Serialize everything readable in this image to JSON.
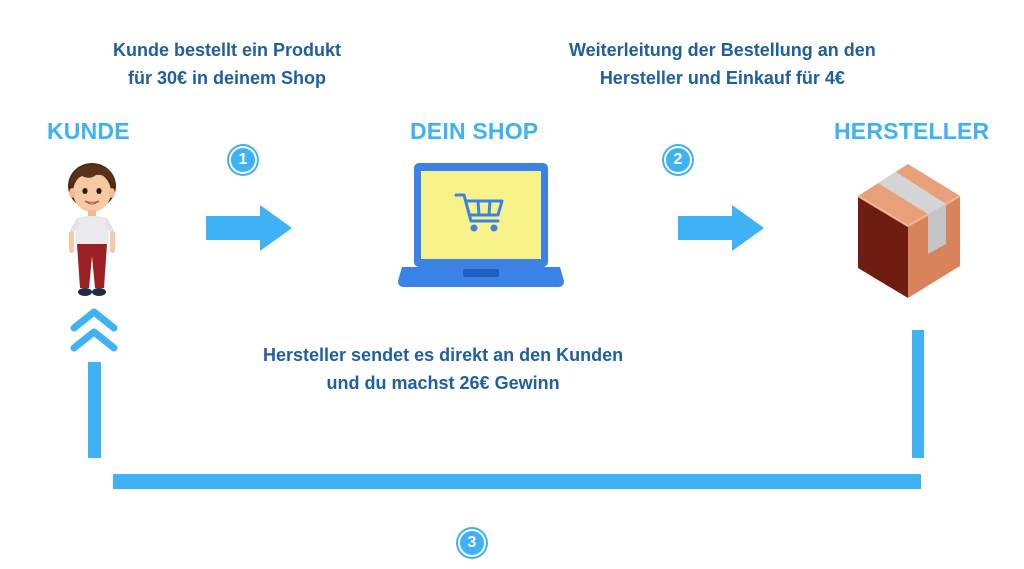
{
  "captions": {
    "step1": [
      "Kunde bestellt ein Produkt",
      "für 30€ in deinem Shop"
    ],
    "step2": [
      "Weiterleitung der Bestellung an den",
      "Hersteller und Einkauf für 4€"
    ],
    "step3": [
      "Hersteller sendet es direkt an den Kunden",
      "und du machst 26€ Gewinn"
    ]
  },
  "nodes": {
    "customer": "KUNDE",
    "shop": "DEIN SHOP",
    "manufacturer": "HERSTELLER"
  },
  "steps": [
    "1",
    "2",
    "3"
  ],
  "colors": {
    "accent": "#3fb1f5",
    "text": "#1f5fa0",
    "laptop": "#3b82e6",
    "screen": "#f7f28a",
    "box": "#d9835c"
  },
  "icons": {
    "customer": "person-icon",
    "shop": "laptop-cart-icon",
    "manufacturer": "package-box-icon"
  }
}
